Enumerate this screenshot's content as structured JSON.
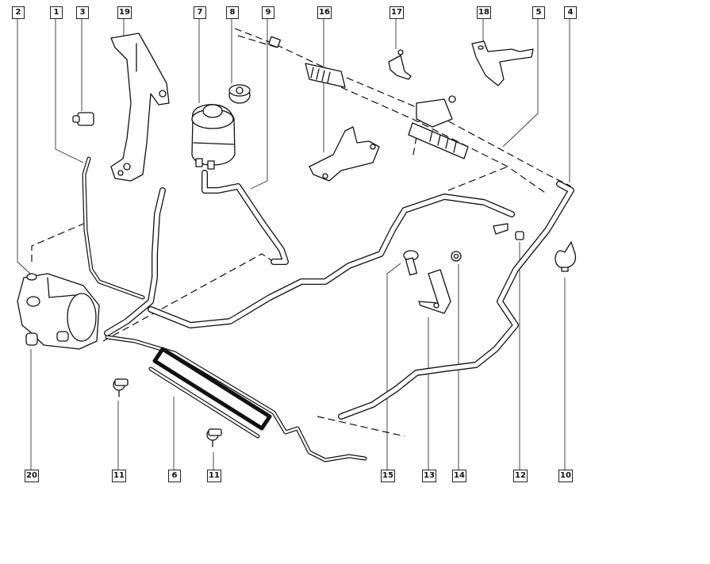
{
  "diagram": {
    "title": "Power steering system exploded view",
    "callouts": [
      {
        "id": "c2",
        "label": "2"
      },
      {
        "id": "c1",
        "label": "1"
      },
      {
        "id": "c3",
        "label": "3"
      },
      {
        "id": "c19",
        "label": "19"
      },
      {
        "id": "c7",
        "label": "7"
      },
      {
        "id": "c8",
        "label": "8"
      },
      {
        "id": "c9",
        "label": "9"
      },
      {
        "id": "c16",
        "label": "16"
      },
      {
        "id": "c17",
        "label": "17"
      },
      {
        "id": "c18",
        "label": "18"
      },
      {
        "id": "c5",
        "label": "5"
      },
      {
        "id": "c4",
        "label": "4"
      },
      {
        "id": "c20",
        "label": "20"
      },
      {
        "id": "c11a",
        "label": "11"
      },
      {
        "id": "c6",
        "label": "6"
      },
      {
        "id": "c11b",
        "label": "11"
      },
      {
        "id": "c15",
        "label": "15"
      },
      {
        "id": "c13",
        "label": "13"
      },
      {
        "id": "c14",
        "label": "14"
      },
      {
        "id": "c12",
        "label": "12"
      },
      {
        "id": "c10",
        "label": "10"
      }
    ],
    "parts": [
      {
        "ref": "1",
        "name": "high-pressure-pipe"
      },
      {
        "ref": "2",
        "name": "seal-ring"
      },
      {
        "ref": "3",
        "name": "pressure-switch"
      },
      {
        "ref": "4",
        "name": "return-pipe"
      },
      {
        "ref": "5",
        "name": "rack-union"
      },
      {
        "ref": "6",
        "name": "cooling-coil"
      },
      {
        "ref": "7",
        "name": "fluid-reservoir"
      },
      {
        "ref": "8",
        "name": "reservoir-cap"
      },
      {
        "ref": "9",
        "name": "supply-hose"
      },
      {
        "ref": "10",
        "name": "clip"
      },
      {
        "ref": "11",
        "name": "hose-clamp"
      },
      {
        "ref": "12",
        "name": "pipe-bracket-bolt"
      },
      {
        "ref": "13",
        "name": "bracket"
      },
      {
        "ref": "14",
        "name": "nut"
      },
      {
        "ref": "15",
        "name": "bolt"
      },
      {
        "ref": "16",
        "name": "rack-mounting-bracket"
      },
      {
        "ref": "17",
        "name": "pipe-clip"
      },
      {
        "ref": "18",
        "name": "support-bracket"
      },
      {
        "ref": "19",
        "name": "reservoir-bracket"
      },
      {
        "ref": "20",
        "name": "power-steering-pump"
      }
    ]
  }
}
